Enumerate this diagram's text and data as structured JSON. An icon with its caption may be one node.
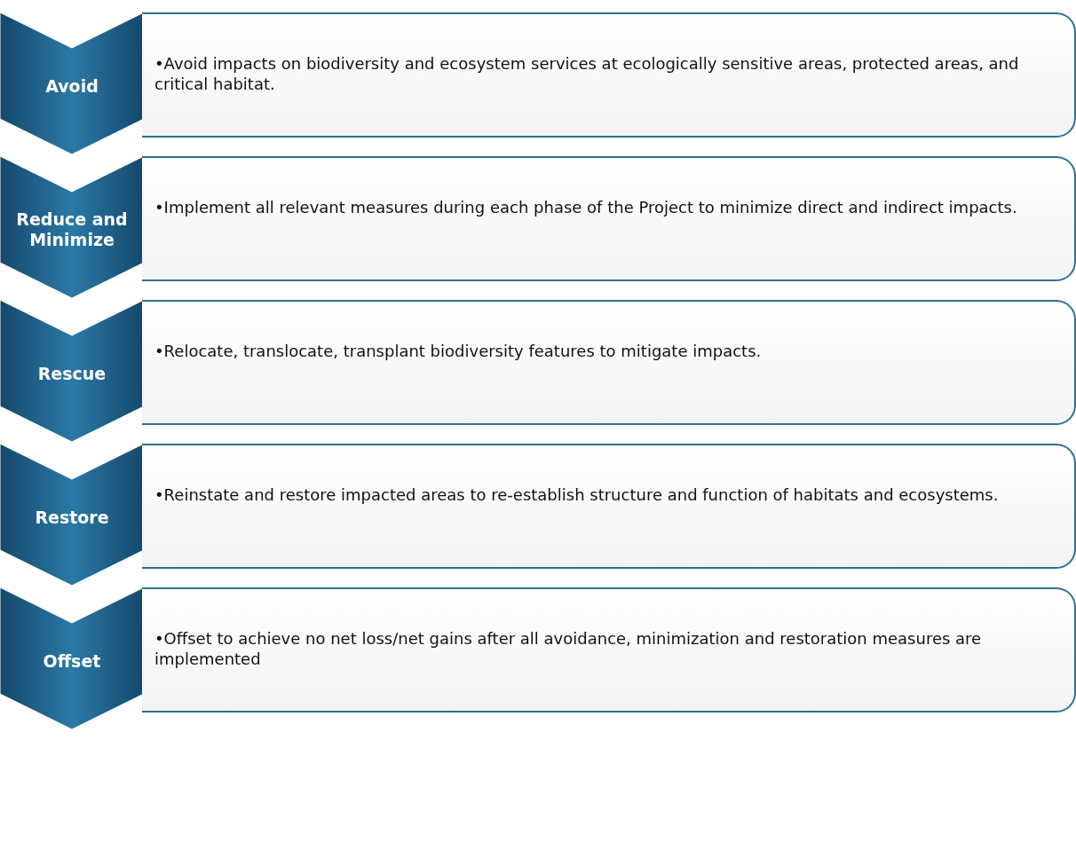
{
  "diagram": {
    "nodes": [
      {
        "text": [
          "Avoid"
        ]
      },
      {
        "text": [
          "•Avoid impacts on biodiversity and ecosystem services at ecologically sensitive areas, protected areas, and critical habitat."
        ]
      },
      {
        "text": [
          "Reduce and Minimize"
        ]
      },
      {
        "text": [
          "•Implement all relevant measures during each phase of the Project to minimize direct and indirect impacts."
        ]
      },
      {
        "text": [
          "Rescue"
        ]
      },
      {
        "text": [
          "•Relocate, translocate, transplant biodiversity features to mitigate impacts."
        ]
      },
      {
        "text": [
          "Restore"
        ]
      },
      {
        "text": [
          "•Reinstate and restore impacted areas to re-establish structure and function of habitats and ecosystems."
        ]
      },
      {
        "text": [
          "Offset"
        ]
      },
      {
        "text": [
          "•Offset to achieve no net loss/net gains after all avoidance, minimization and restoration measures are implemented"
        ]
      }
    ],
    "edges": []
  }
}
